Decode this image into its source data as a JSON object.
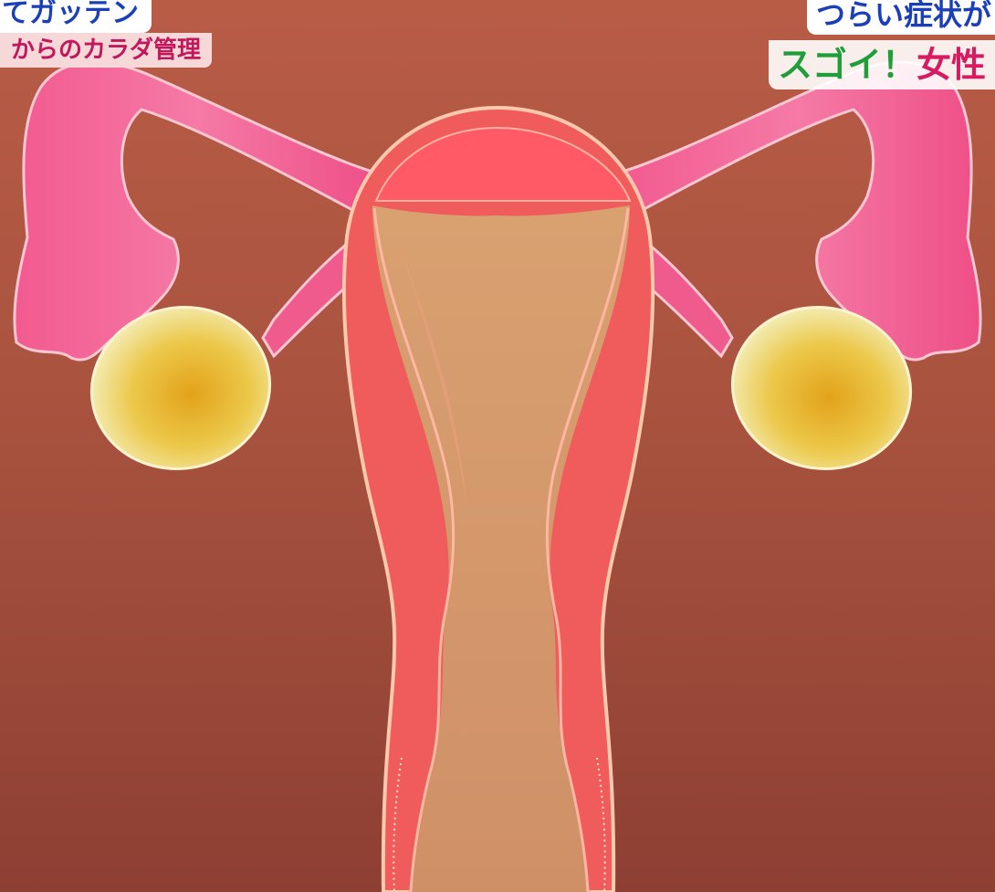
{
  "captions": {
    "top_left_1": "てガッテン",
    "top_left_2": "からのカラダ管理",
    "top_right_1": "つらい症状が",
    "top_right_2_a": "スゴイ！",
    "top_right_2_b": "女性"
  },
  "colors": {
    "background_top": "#b85c46",
    "background_bottom": "#8e3f33",
    "tube_pink": "#f0608e",
    "uterus_wall": "#f05c5c",
    "endometrium": "#ff5a66",
    "cavity": "#d39a6d",
    "ovary_yellow": "#e9c03a",
    "outline": "#ffd9c2"
  },
  "icons": [
    "uterus-diagram",
    "left-ovary",
    "right-ovary",
    "left-fallopian-tube",
    "right-fallopian-tube"
  ]
}
